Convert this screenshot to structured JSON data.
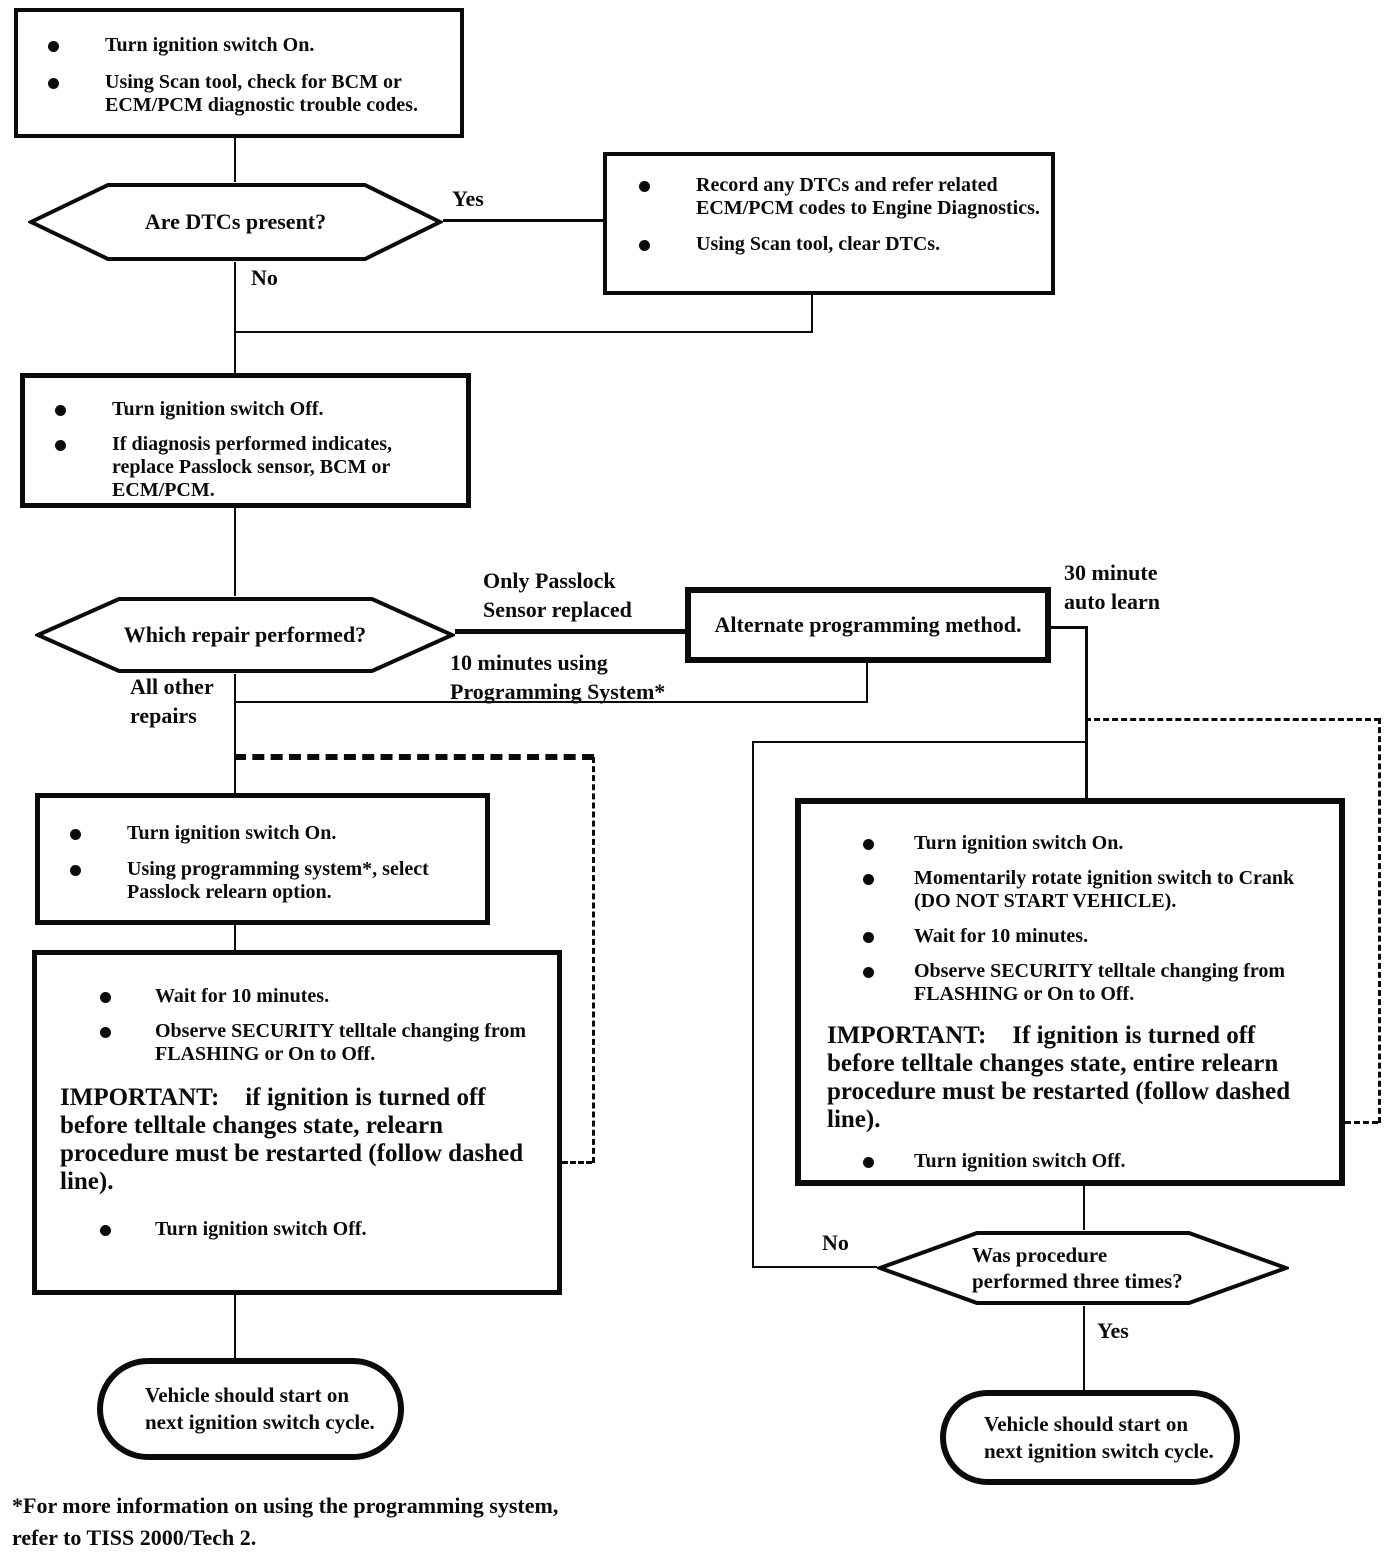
{
  "flowchart": {
    "start_box": {
      "bullets": [
        "Turn ignition switch On.",
        "Using Scan tool, check for BCM or ECM/PCM diagnostic trouble codes."
      ]
    },
    "dtcs_decision": {
      "question": "Are DTCs present?",
      "yes": "Yes",
      "no": "No"
    },
    "record_dtcs_box": {
      "bullets": [
        "Record any DTCs and refer related ECM/PCM codes to Engine Diagnostics.",
        "Using Scan tool, clear DTCs."
      ]
    },
    "ignition_off_box": {
      "bullets": [
        "Turn ignition switch Off.",
        "If diagnosis performed indicates, replace Passlock sensor, BCM or ECM/PCM."
      ]
    },
    "repair_decision": {
      "question": "Which repair performed?",
      "branch_passlock": "Only Passlock\nSensor replaced",
      "branch_ten_minutes": "10 minutes using\nProgramming System*",
      "branch_thirty_minutes": "30 minute\nauto learn",
      "branch_all_other": "All other\nrepairs"
    },
    "alternate_box": {
      "label": "Alternate programming method."
    },
    "relearn_setup_box": {
      "bullets": [
        "Turn ignition switch On.",
        "Using programming system*, select Passlock relearn option."
      ]
    },
    "left_procedure_box": {
      "bullets": [
        "Wait for 10 minutes.",
        "Observe SECURITY telltale changing from FLASHING or On to Off."
      ],
      "important_label": "IMPORTANT:",
      "important_text": "if ignition is turned off before telltale changes state, relearn procedure must be restarted (follow dashed line).",
      "final_bullet": "Turn ignition switch Off."
    },
    "right_procedure_box": {
      "bullets": [
        "Turn ignition switch On.",
        "Momentarily rotate ignition switch to Crank (DO NOT START VEHICLE).",
        "Wait for 10 minutes.",
        "Observe SECURITY telltale changing from FLASHING or On to Off."
      ],
      "important_label": "IMPORTANT:",
      "important_text": "If ignition is turned off before telltale changes state, entire relearn procedure must be restarted (follow dashed line).",
      "final_bullet": "Turn ignition switch Off."
    },
    "three_times_decision": {
      "question": "Was procedure\nperformed three times?",
      "yes": "Yes",
      "no": "No"
    },
    "left_terminal": {
      "label": "Vehicle should start on\nnext ignition switch cycle."
    },
    "right_terminal": {
      "label": "Vehicle should start on\nnext ignition switch cycle."
    },
    "footnote": "*For more information on using the programming system,\nrefer to TISS 2000/Tech 2."
  }
}
